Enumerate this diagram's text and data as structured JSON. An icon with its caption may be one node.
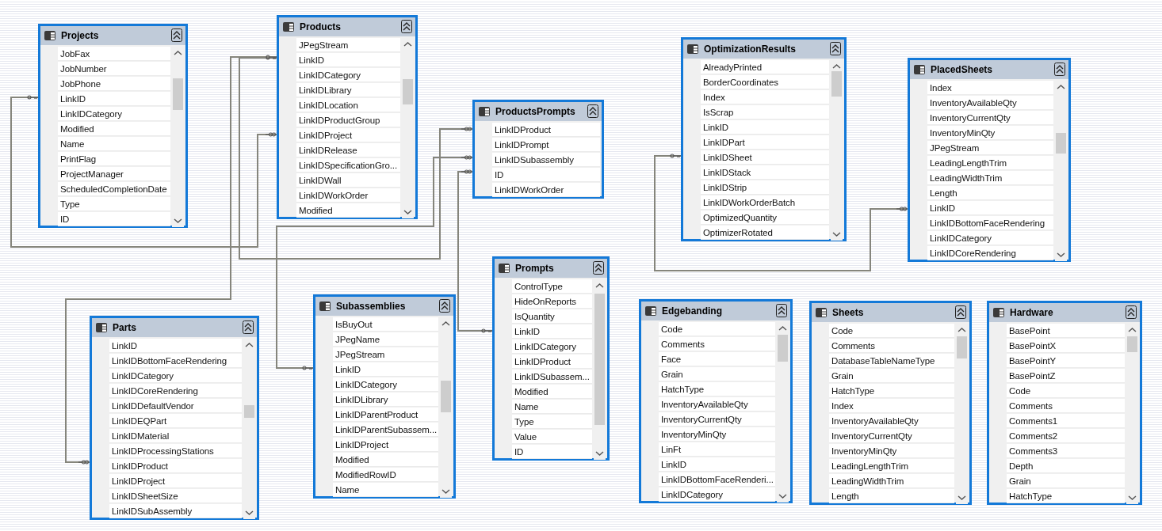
{
  "diagram": {
    "nodes": [
      {
        "text": [
          "Projects",
          "JobFax",
          "JobNumber",
          "JobPhone",
          "LinkID",
          "LinkIDCategory",
          "Modified",
          "Name",
          "PrintFlag",
          "ProjectManager",
          "ScheduledCompletionDate",
          "Type",
          "ID"
        ]
      },
      {
        "text": [
          "Products",
          "JPegStream",
          "LinkID",
          "LinkIDCategory",
          "LinkIDLibrary",
          "LinkIDLocation",
          "LinkIDProductGroup",
          "LinkIDProject",
          "LinkIDRelease",
          "LinkIDSpecificationGro...",
          "LinkIDWall",
          "LinkIDWorkOrder",
          "Modified"
        ]
      },
      {
        "text": [
          "ProductsPrompts",
          "LinkIDProduct",
          "LinkIDPrompt",
          "LinkIDSubassembly",
          "ID",
          "LinkIDWorkOrder"
        ]
      },
      {
        "text": [
          "OptimizationResults",
          "AlreadyPrinted",
          "BorderCoordinates",
          "Index",
          "IsScrap",
          "LinkID",
          "LinkIDPart",
          "LinkIDSheet",
          "LinkIDStack",
          "LinkIDStrip",
          "LinkIDWorkOrderBatch",
          "OptimizedQuantity",
          "OptimizerRotated"
        ]
      },
      {
        "text": [
          "PlacedSheets",
          "Index",
          "InventoryAvailableQty",
          "InventoryCurrentQty",
          "InventoryMinQty",
          "JPegStream",
          "LeadingLengthTrim",
          "LeadingWidthTrim",
          "Length",
          "LinkID",
          "LinkIDBottomFaceRendering",
          "LinkIDCategory",
          "LinkIDCoreRendering"
        ]
      },
      {
        "text": [
          "Parts",
          "LinkID",
          "LinkIDBottomFaceRendering",
          "LinkIDCategory",
          "LinkIDCoreRendering",
          "LinkIDDefaultVendor",
          "LinkIDEQPart",
          "LinkIDMaterial",
          "LinkIDProcessingStations",
          "LinkIDProduct",
          "LinkIDProject",
          "LinkIDSheetSize",
          "LinkIDSubAssembly"
        ]
      },
      {
        "text": [
          "Subassemblies",
          "IsBuyOut",
          "JPegName",
          "JPegStream",
          "LinkID",
          "LinkIDCategory",
          "LinkIDLibrary",
          "LinkIDParentProduct",
          "LinkIDParentSubassem...",
          "LinkIDProject",
          "Modified",
          "ModifiedRowID",
          "Name"
        ]
      },
      {
        "text": [
          "Prompts",
          "ControlType",
          "HideOnReports",
          "IsQuantity",
          "LinkID",
          "LinkIDCategory",
          "LinkIDProduct",
          "LinkIDSubassem...",
          "Modified",
          "Name",
          "Type",
          "Value",
          "ID"
        ]
      },
      {
        "text": [
          "Edgebanding",
          "Code",
          "Comments",
          "Face",
          "Grain",
          "HatchType",
          "InventoryAvailableQty",
          "InventoryCurrentQty",
          "InventoryMinQty",
          "LinFt",
          "LinkID",
          "LinkIDBottomFaceRenderi...",
          "LinkIDCategory"
        ]
      },
      {
        "text": [
          "Sheets",
          "Code",
          "Comments",
          "DatabaseTableNameType",
          "Grain",
          "HatchType",
          "Index",
          "InventoryAvailableQty",
          "InventoryCurrentQty",
          "InventoryMinQty",
          "LeadingLengthTrim",
          "LeadingWidthTrim",
          "Length"
        ]
      },
      {
        "text": [
          "Hardware",
          "BasePoint",
          "BasePointX",
          "BasePointY",
          "BasePointZ",
          "Code",
          "Comments",
          "Comments1",
          "Comments2",
          "Comments3",
          "Depth",
          "Grain",
          "HatchType"
        ]
      }
    ],
    "edges": [
      {
        "from": 0,
        "to": 1,
        "arrow": "other"
      },
      {
        "from": 1,
        "to": 2,
        "arrow": "other"
      },
      {
        "from": 1,
        "to": 5,
        "arrow": "other"
      },
      {
        "from": 6,
        "to": 2,
        "arrow": "other"
      },
      {
        "from": 7,
        "to": 2,
        "arrow": "other"
      },
      {
        "from": 3,
        "to": 4,
        "arrow": "other"
      }
    ]
  }
}
